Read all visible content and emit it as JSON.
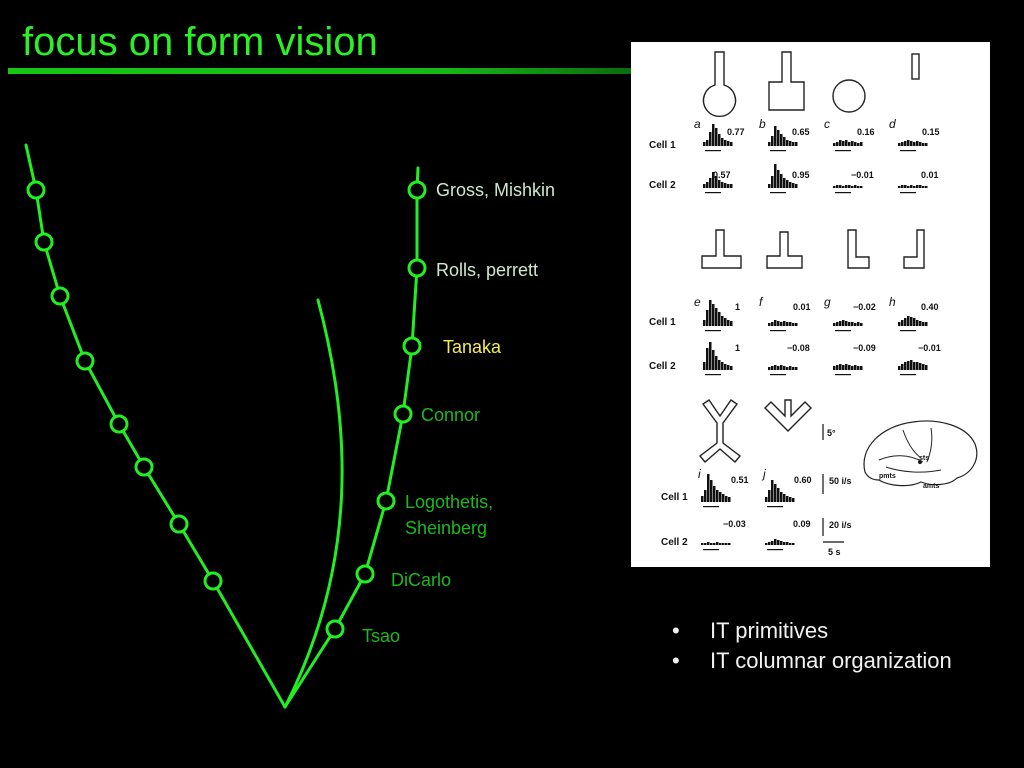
{
  "slide": {
    "title": "focus on form vision",
    "accent_color": "#2bf025"
  },
  "timeline": {
    "labels": [
      {
        "text": "Gross, Mishkin",
        "style": "bright"
      },
      {
        "text": "Rolls, perrett",
        "style": "bright"
      },
      {
        "text": "Tanaka",
        "style": "highlight"
      },
      {
        "text": "Connor",
        "style": "green"
      },
      {
        "text": "Logothetis,",
        "style": "green"
      },
      {
        "text": "Sheinberg",
        "style": "green"
      },
      {
        "text": "DiCarlo",
        "style": "green"
      },
      {
        "text": "Tsao",
        "style": "green"
      }
    ]
  },
  "figure": {
    "cell1": "Cell 1",
    "cell2": "Cell 2",
    "panels": [
      {
        "letter": "a",
        "v1": "0.77",
        "v2": "0.57"
      },
      {
        "letter": "b",
        "v1": "0.65",
        "v2": "0.95"
      },
      {
        "letter": "c",
        "v1": "0.16",
        "v2": "−0.01"
      },
      {
        "letter": "d",
        "v1": "0.15",
        "v2": "0.01"
      },
      {
        "letter": "e",
        "v1": "1",
        "v2": "1"
      },
      {
        "letter": "f",
        "v1": "0.01",
        "v2": "−0.08"
      },
      {
        "letter": "g",
        "v1": "−0.02",
        "v2": "−0.09"
      },
      {
        "letter": "h",
        "v1": "0.40",
        "v2": "−0.01"
      },
      {
        "letter": "i",
        "v1": "0.51",
        "v2": "−0.03"
      },
      {
        "letter": "j",
        "v1": "0.60",
        "v2": "0.09"
      }
    ],
    "scale": {
      "deg": "5°",
      "rate1": "50 i/s",
      "rate2": "20 i/s",
      "time": "5 s"
    },
    "brain": {
      "sts": "sts",
      "pmts": "pmts",
      "amts": "amts"
    }
  },
  "bullets": {
    "marker": "•",
    "items": [
      "IT primitives",
      "IT columnar organization"
    ]
  }
}
